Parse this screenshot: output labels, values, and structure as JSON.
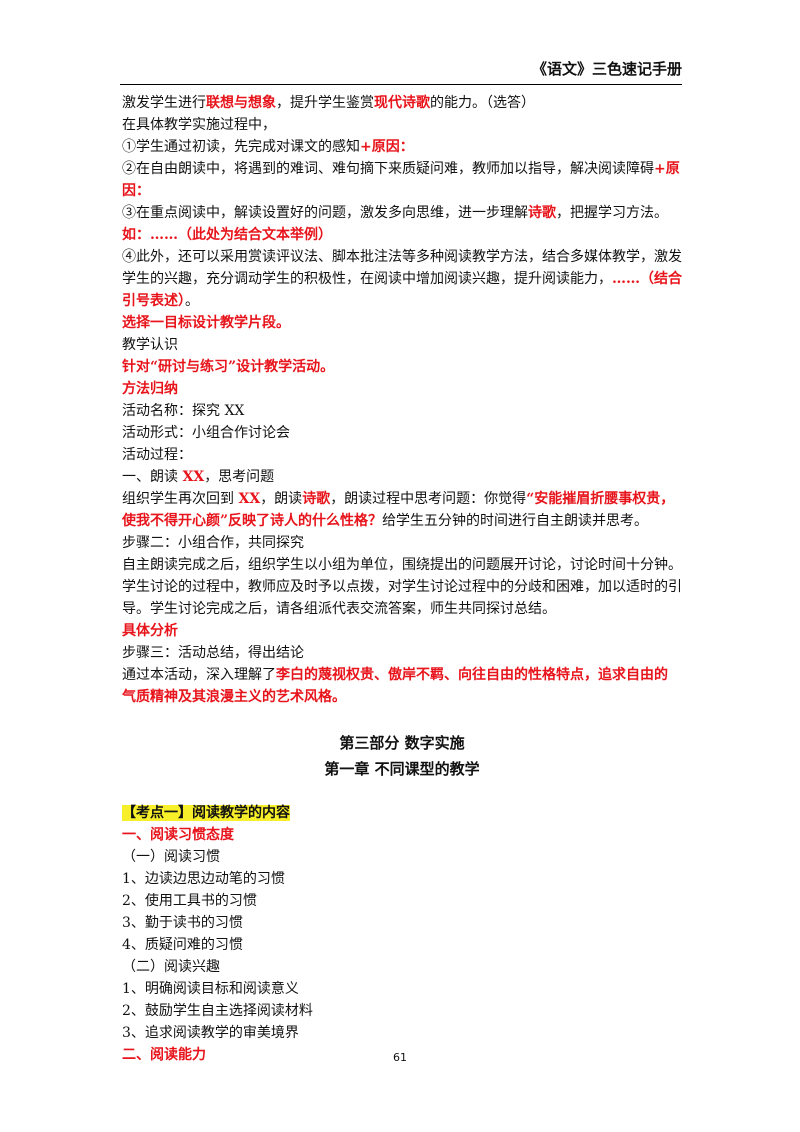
{
  "header": {
    "title": "《语文》三色速记手册"
  },
  "lines": [
    {
      "id": "l1",
      "segs": [
        {
          "t": "激发学生进行"
        },
        {
          "t": "联想与想象",
          "c": "red"
        },
        {
          "t": "，提升学生鉴赏"
        },
        {
          "t": "现代诗歌",
          "c": "red"
        },
        {
          "t": "的能力。（选答）"
        }
      ]
    },
    {
      "id": "l2",
      "segs": [
        {
          "t": "在具体教学实施过程中，"
        }
      ]
    },
    {
      "id": "l3",
      "segs": [
        {
          "t": "①学生通过初读，先完成对课文的感知"
        },
        {
          "t": "+原因：",
          "c": "red"
        }
      ]
    },
    {
      "id": "l4",
      "segs": [
        {
          "t": "②在自由朗读中，将遇到的难词、难句摘下来质疑问难，教师加以指导，解决阅读障碍"
        },
        {
          "t": "+原",
          "c": "red"
        }
      ]
    },
    {
      "id": "l5",
      "segs": [
        {
          "t": "因：",
          "c": "red"
        }
      ]
    },
    {
      "id": "l6",
      "segs": [
        {
          "t": "③在重点阅读中，解读设置好的问题，激发多向思维，进一步理解"
        },
        {
          "t": "诗歌",
          "c": "red"
        },
        {
          "t": "，把握学习方法。"
        }
      ]
    },
    {
      "id": "l7",
      "segs": [
        {
          "t": "如：……（此处为结合文本举例）",
          "c": "red"
        }
      ]
    },
    {
      "id": "l8",
      "segs": [
        {
          "t": "④此外，还可以采用赏读评议法、脚本批注法等多种阅读教学方法，结合多媒体教学，激发"
        }
      ]
    },
    {
      "id": "l9",
      "segs": [
        {
          "t": "学生的兴趣，充分调动学生的积极性，在阅读中增加阅读兴趣，提升阅读能力，"
        },
        {
          "t": "……（结合",
          "c": "red"
        }
      ]
    },
    {
      "id": "l10",
      "segs": [
        {
          "t": "引号表述）",
          "c": "red"
        },
        {
          "t": "。"
        }
      ]
    },
    {
      "id": "l11",
      "segs": [
        {
          "t": "选择一目标设计教学片段。",
          "c": "red"
        }
      ]
    },
    {
      "id": "l12",
      "segs": [
        {
          "t": "教学认识"
        }
      ]
    },
    {
      "id": "l13",
      "segs": [
        {
          "t": "针对“研讨与练习”设计教学活动。",
          "c": "red"
        }
      ]
    },
    {
      "id": "l14",
      "segs": [
        {
          "t": "方法归纳",
          "c": "red"
        }
      ]
    },
    {
      "id": "l15",
      "segs": [
        {
          "t": "活动名称：探究 XX"
        }
      ]
    },
    {
      "id": "l16",
      "segs": [
        {
          "t": "活动形式：小组合作讨论会"
        }
      ]
    },
    {
      "id": "l17",
      "segs": [
        {
          "t": "活动过程："
        }
      ]
    },
    {
      "id": "l18",
      "segs": [
        {
          "t": "一、朗读 "
        },
        {
          "t": "XX",
          "c": "red"
        },
        {
          "t": "，思考问题"
        }
      ]
    },
    {
      "id": "l19",
      "segs": [
        {
          "t": "组织学生再次回到 "
        },
        {
          "t": "XX",
          "c": "red"
        },
        {
          "t": "，朗读"
        },
        {
          "t": "诗歌",
          "c": "red"
        },
        {
          "t": "，朗读过程中思考问题：你觉得"
        },
        {
          "t": "“安能摧眉折腰事权贵，",
          "c": "red"
        }
      ]
    },
    {
      "id": "l20",
      "segs": [
        {
          "t": "使我不得开心颜”反映了诗人的什么性格？",
          "c": "red"
        },
        {
          "t": "给学生五分钟的时间进行自主朗读并思考。"
        }
      ]
    },
    {
      "id": "l21",
      "segs": [
        {
          "t": "步骤二：小组合作，共同探究"
        }
      ]
    },
    {
      "id": "l22",
      "segs": [
        {
          "t": "自主朗读完成之后，组织学生以小组为单位，围绕提出的问题展开讨论，讨论时间十分钟。"
        }
      ]
    },
    {
      "id": "l23",
      "segs": [
        {
          "t": "学生讨论的过程中，教师应及时予以点拨，对学生讨论过程中的分歧和困难，加以适时的引"
        }
      ]
    },
    {
      "id": "l24",
      "segs": [
        {
          "t": "导。学生讨论完成之后，请各组派代表交流答案，师生共同探讨总结。"
        }
      ]
    },
    {
      "id": "l25",
      "segs": [
        {
          "t": "具体分析",
          "c": "red"
        }
      ]
    },
    {
      "id": "l26",
      "segs": [
        {
          "t": "步骤三：活动总结，得出结论"
        }
      ]
    },
    {
      "id": "l27",
      "segs": [
        {
          "t": "通过本活动，深入理解了"
        },
        {
          "t": "李白的蔑视权贵、傲岸不羁、向往自由的性格特点，追求自由的",
          "c": "red"
        }
      ]
    },
    {
      "id": "l28",
      "segs": [
        {
          "t": "气质精神及其浪漫主义的艺术风格。",
          "c": "red"
        }
      ]
    }
  ],
  "headings": {
    "part": "第三部分  数字实施",
    "chapter": "第一章  不同课型的教学"
  },
  "kaodian": "【考点一】阅读教学的内容",
  "lines2": [
    {
      "id": "m1",
      "segs": [
        {
          "t": "一、阅读习惯态度",
          "c": "red"
        }
      ]
    },
    {
      "id": "m2",
      "segs": [
        {
          "t": "（一）阅读习惯"
        }
      ]
    },
    {
      "id": "m3",
      "segs": [
        {
          "t": "1、边读边思边动笔的习惯"
        }
      ]
    },
    {
      "id": "m4",
      "segs": [
        {
          "t": "2、使用工具书的习惯"
        }
      ]
    },
    {
      "id": "m5",
      "segs": [
        {
          "t": "3、勤于读书的习惯"
        }
      ]
    },
    {
      "id": "m6",
      "segs": [
        {
          "t": "4、质疑问难的习惯"
        }
      ]
    },
    {
      "id": "m7",
      "segs": [
        {
          "t": "（二）阅读兴趣"
        }
      ]
    },
    {
      "id": "m8",
      "segs": [
        {
          "t": "1、明确阅读目标和阅读意义"
        }
      ]
    },
    {
      "id": "m9",
      "segs": [
        {
          "t": "2、鼓励学生自主选择阅读材料"
        }
      ]
    },
    {
      "id": "m10",
      "segs": [
        {
          "t": "3、追求阅读教学的审美境界"
        }
      ]
    },
    {
      "id": "m11",
      "segs": [
        {
          "t": "二、阅读能力",
          "c": "red"
        }
      ]
    }
  ],
  "footer": {
    "page_number": "61"
  }
}
